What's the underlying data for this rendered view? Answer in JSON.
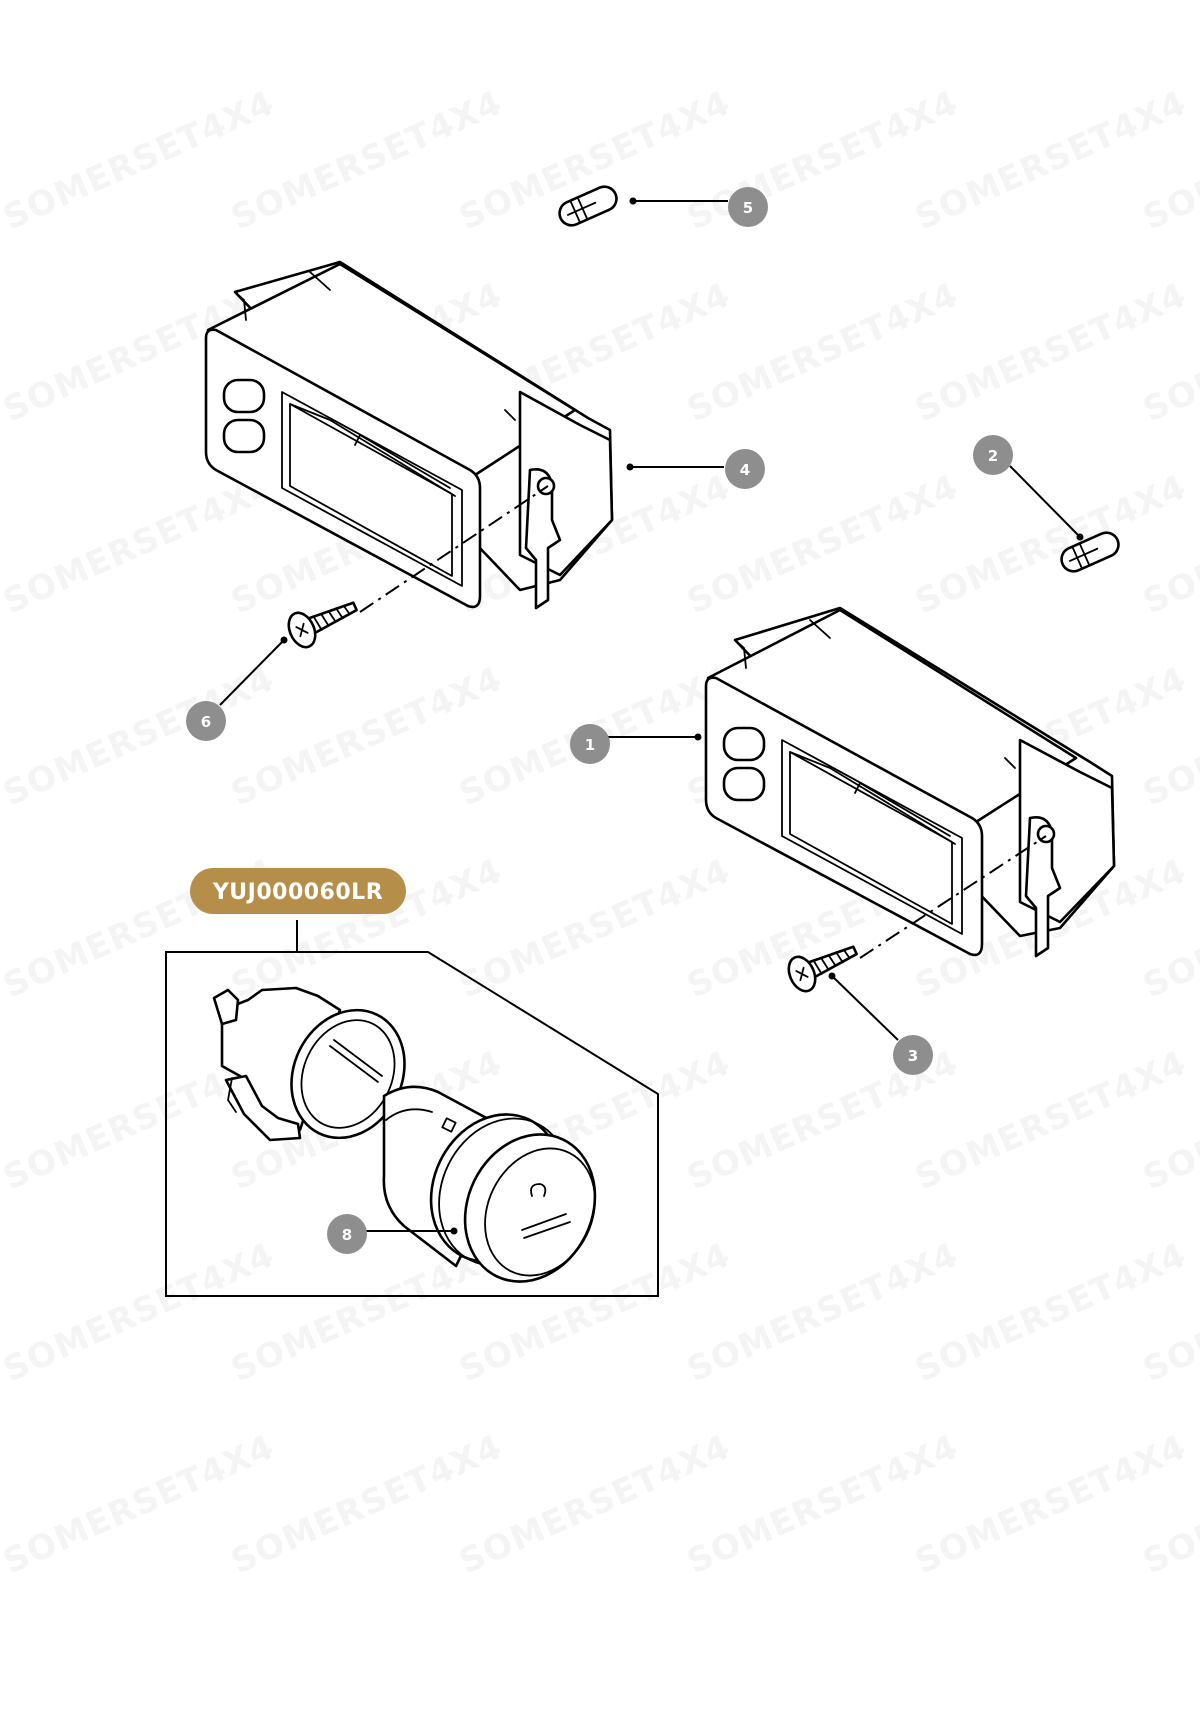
{
  "watermark": "SOMERSET4X4",
  "kit_label": {
    "text": "YUJ000060LR",
    "color": "#b58f49"
  },
  "callout_color": "#8e8e8e",
  "callouts": [
    {
      "id": "1",
      "label": "1"
    },
    {
      "id": "2",
      "label": "2"
    },
    {
      "id": "3",
      "label": "3"
    },
    {
      "id": "4",
      "label": "4"
    },
    {
      "id": "5",
      "label": "5"
    },
    {
      "id": "6",
      "label": "6"
    },
    {
      "id": "8",
      "label": "8"
    }
  ]
}
